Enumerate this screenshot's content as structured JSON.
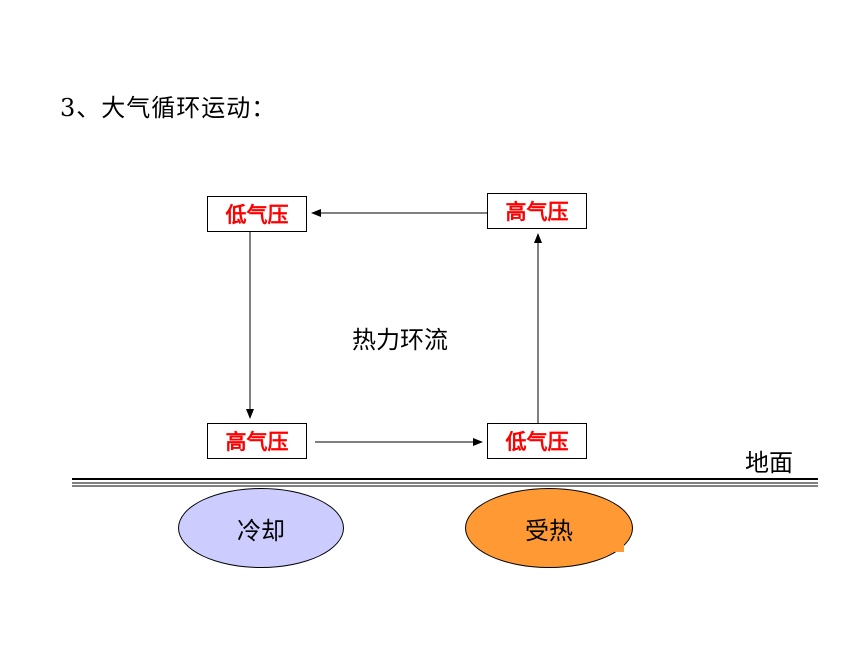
{
  "title": "3、大气循环运动：",
  "boxes": {
    "top_left": "低气压",
    "top_right": "高气压",
    "bottom_left": "高气压",
    "bottom_right": "低气压"
  },
  "center_label": "热力环流",
  "ground_label": "地面",
  "cold_area": "冷却",
  "hot_area": "受热",
  "colors": {
    "pressure_text": "#ff0000",
    "cold_fill": "#ccccff",
    "hot_fill": "#ff9933"
  }
}
